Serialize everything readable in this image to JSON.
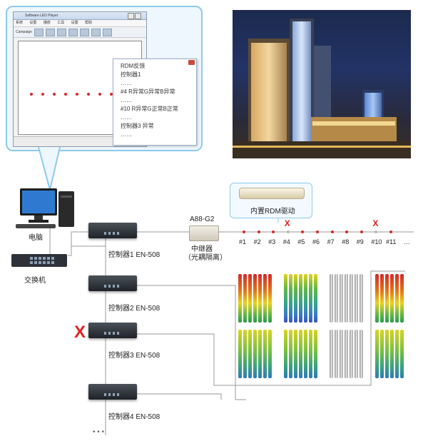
{
  "software_window": {
    "title": "Software LED Player",
    "menu": [
      "系统",
      "设置",
      "播放",
      "工具",
      "设置",
      "帮助"
    ],
    "toolbar_first": "Campaign"
  },
  "rdm_popup": {
    "lines": [
      "RDM反馈",
      "控制器1",
      "……",
      "#4    R异常G异常B异常",
      "……",
      "#10   R异常G正常B正常",
      "……",
      "控制器3  异常",
      "……"
    ]
  },
  "devices": {
    "computer_label": "电脑",
    "switch_label": "交换机",
    "controllers": [
      {
        "label": "控制器1  EN-508",
        "fault": false
      },
      {
        "label": "控制器2  EN-508",
        "fault": false
      },
      {
        "label": "控制器3  EN-508",
        "fault": true
      },
      {
        "label": "控制器4  EN-508",
        "fault": false
      }
    ],
    "more": "• • •"
  },
  "repeater": {
    "model": "A88-G2",
    "name": "中继器",
    "note": "（光耦隔离）"
  },
  "driver_callout": "内置RDM驱动",
  "pixels": [
    {
      "label": "#1",
      "fault": false
    },
    {
      "label": "#2",
      "fault": false
    },
    {
      "label": "#3",
      "fault": false
    },
    {
      "label": "#4",
      "fault": true
    },
    {
      "label": "#5",
      "fault": false
    },
    {
      "label": "#6",
      "fault": false
    },
    {
      "label": "#7",
      "fault": false
    },
    {
      "label": "#8",
      "fault": false
    },
    {
      "label": "#9",
      "fault": false
    },
    {
      "label": "#10",
      "fault": true
    },
    {
      "label": "#11",
      "fault": false
    }
  ],
  "pixel_ellipsis": "…",
  "fault_mark": "X",
  "colors": {
    "bubble_border": "#8ec9ec",
    "fault": "#d22222",
    "pixel": "#d72828",
    "fault_pixel": "#b7b7b7"
  }
}
